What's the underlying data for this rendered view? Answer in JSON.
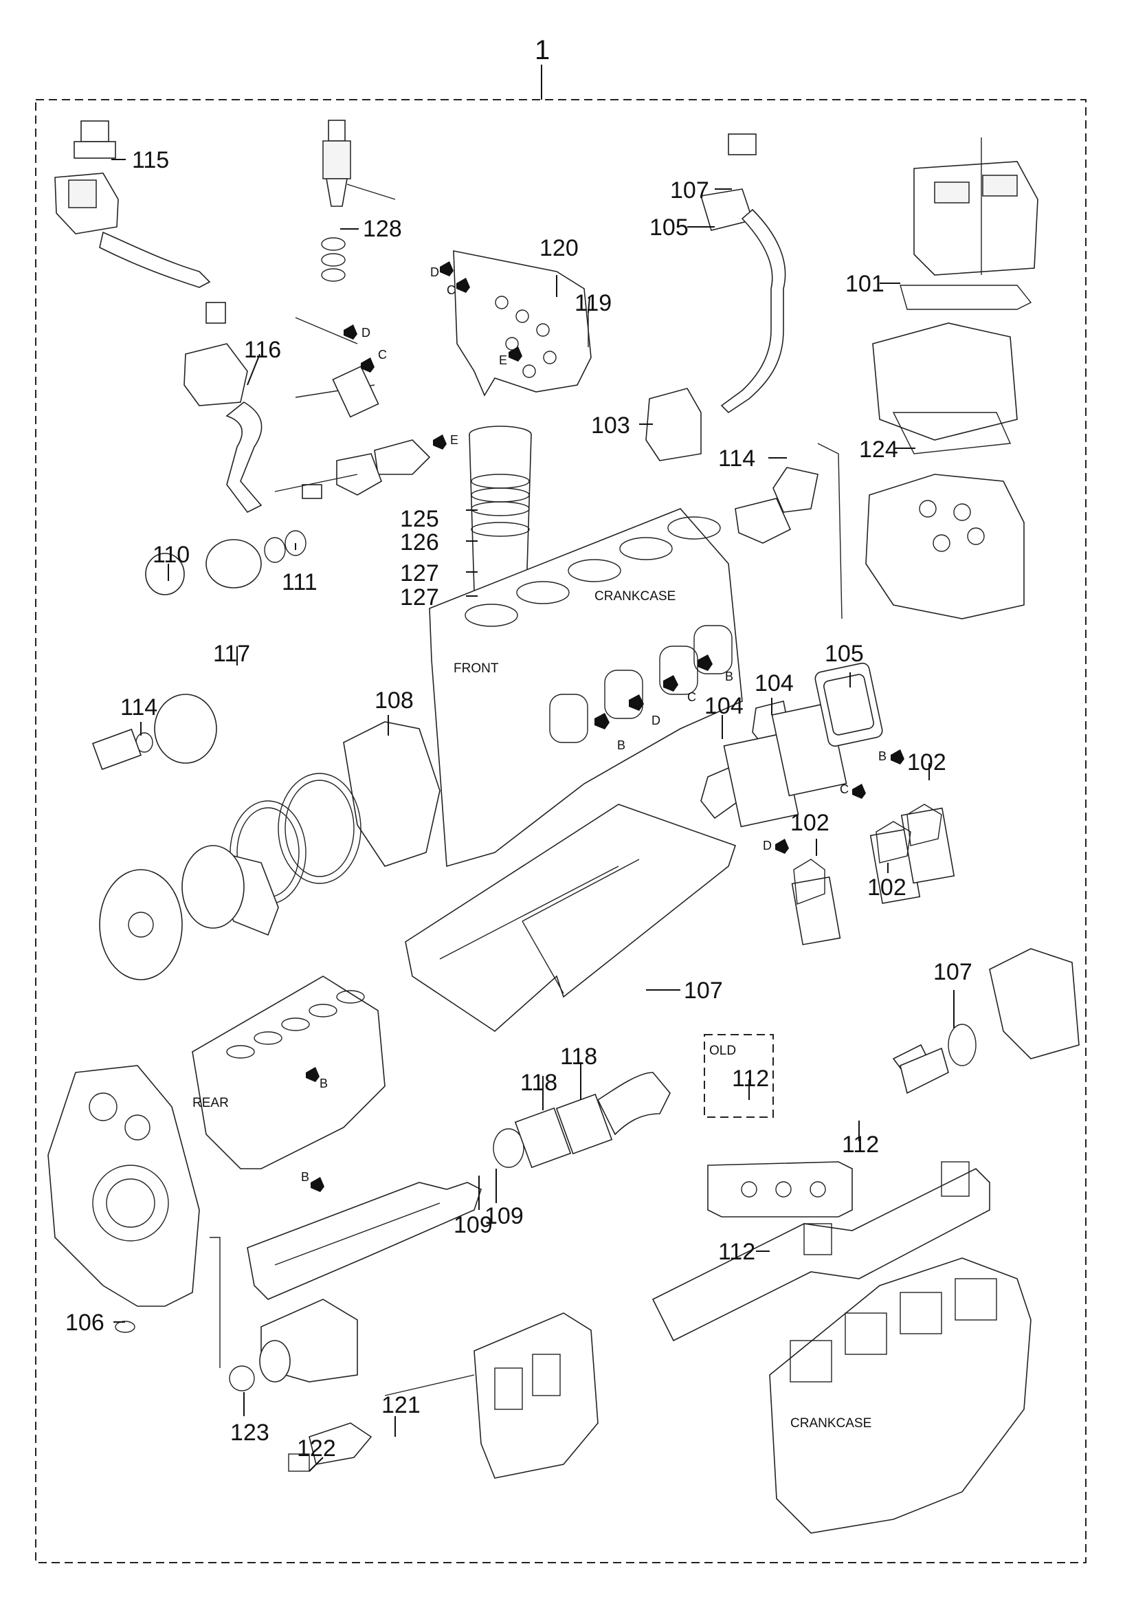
{
  "assembly_callout": "1",
  "callouts": {
    "c101": "101",
    "c102a": "102",
    "c102b": "102",
    "c102c": "102",
    "c103": "103",
    "c104a": "104",
    "c104b": "104",
    "c105a": "105",
    "c105b": "105",
    "c106": "106",
    "c107a": "107",
    "c107b": "107",
    "c107c": "107",
    "c108": "108",
    "c109a": "109",
    "c109b": "109",
    "c110": "110",
    "c111": "111",
    "c112a": "112",
    "c112b": "112",
    "c112c": "112",
    "c114a": "114",
    "c114b": "114",
    "c115": "115",
    "c116": "116",
    "c117": "117",
    "c118a": "118",
    "c118b": "118",
    "c119": "119",
    "c120": "120",
    "c121": "121",
    "c122": "122",
    "c123": "123",
    "c124": "124",
    "c125": "125",
    "c126": "126",
    "c127a": "127",
    "c127b": "127",
    "c128": "128"
  },
  "arrow_tags": {
    "a1": "D",
    "a2": "C",
    "a3": "E",
    "a4": "D",
    "a5": "C",
    "a6": "E",
    "a7": "B",
    "a8": "C",
    "a9": "D",
    "a10": "B",
    "a11": "B",
    "a12": "C",
    "a13": "D",
    "a14": "B",
    "a15": "B"
  },
  "words": {
    "crankcase_top": "CRANKCASE",
    "front": "FRONT",
    "rear": "REAR",
    "old": "OLD",
    "crankcase_bottom": "CRANKCASE"
  }
}
